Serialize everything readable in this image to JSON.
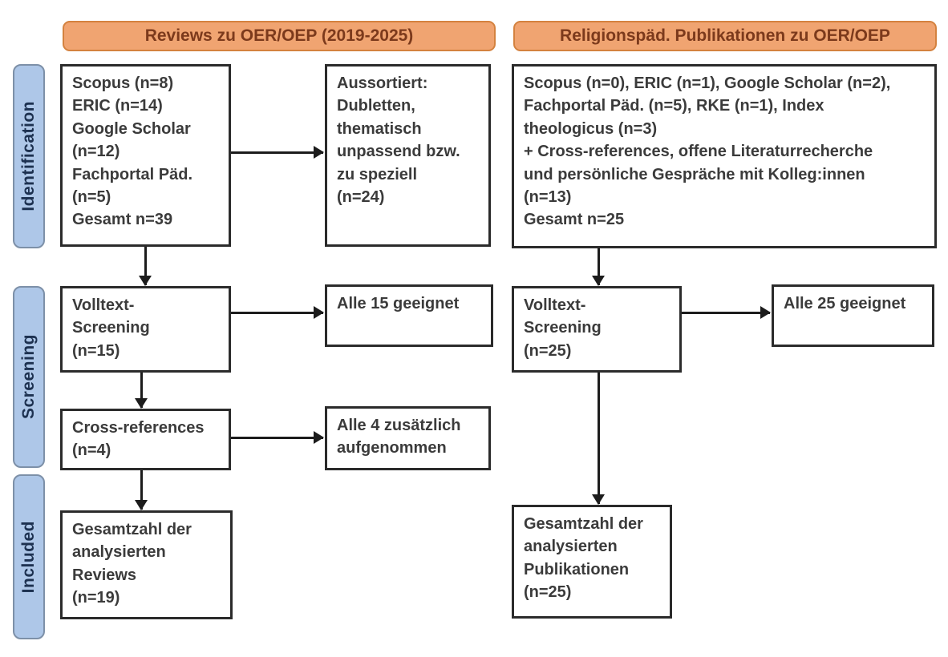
{
  "diagram_title": "PRISMA-style literature flow diagram",
  "headers": {
    "left": "Reviews zu OER/OEP (2019-2025)",
    "right": "Religionspäd. Publikationen zu OER/OEP"
  },
  "stages": [
    {
      "label": "Identification"
    },
    {
      "label": "Screening"
    },
    {
      "label": "Included"
    }
  ],
  "boxes": {
    "left_identification": {
      "lines": [
        "Scopus (n=8)",
        "ERIC (n=14)",
        "Google Scholar",
        "(n=12)",
        "Fachportal Päd.",
        "(n=5)",
        "Gesamt n=39"
      ]
    },
    "left_excluded": {
      "lines": [
        "Aussortiert:",
        "Dubletten,",
        "thematisch",
        "unpassend bzw.",
        "zu speziell",
        "(n=24)"
      ]
    },
    "right_identification": {
      "lines": [
        "Scopus (n=0), ERIC (n=1), Google Scholar (n=2),",
        "Fachportal Päd. (n=5), RKE (n=1), Index",
        "theologicus (n=3)",
        "+ Cross-references, offene Literaturrecherche",
        "und persönliche Gespräche mit Kolleg:innen",
        "(n=13)",
        "Gesamt n=25"
      ]
    },
    "left_fulltext_screening": {
      "lines": [
        "Volltext-",
        "Screening",
        "(n=15)"
      ]
    },
    "left_fulltext_result": {
      "lines": [
        "Alle 15 geeignet"
      ]
    },
    "right_fulltext_screening": {
      "lines": [
        "Volltext-",
        "Screening",
        "(n=25)"
      ]
    },
    "right_fulltext_result": {
      "lines": [
        "Alle 25 geeignet"
      ]
    },
    "left_crossreferences": {
      "lines": [
        "Cross-references",
        "(n=4)"
      ]
    },
    "left_crossreferences_result": {
      "lines": [
        "Alle 4 zusätzlich",
        "aufgenommen"
      ]
    },
    "left_included_total": {
      "lines": [
        "Gesamtzahl der",
        "analysierten",
        "Reviews",
        "(n=19)"
      ]
    },
    "right_included_total": {
      "lines": [
        "Gesamtzahl der",
        "analysierten",
        "Publikationen",
        "(n=25)"
      ]
    }
  },
  "colors": {
    "orange_fill": "#F0A471",
    "orange_border": "#D4823F",
    "orange_text": "#7C3A1C",
    "blue_fill": "#AEC7E8",
    "blue_border": "#7D90A8",
    "blue_text": "#1D3150",
    "box_border": "#2B2B2B",
    "box_text": "#3B3B3B",
    "arrow": "#1C1C1C"
  }
}
